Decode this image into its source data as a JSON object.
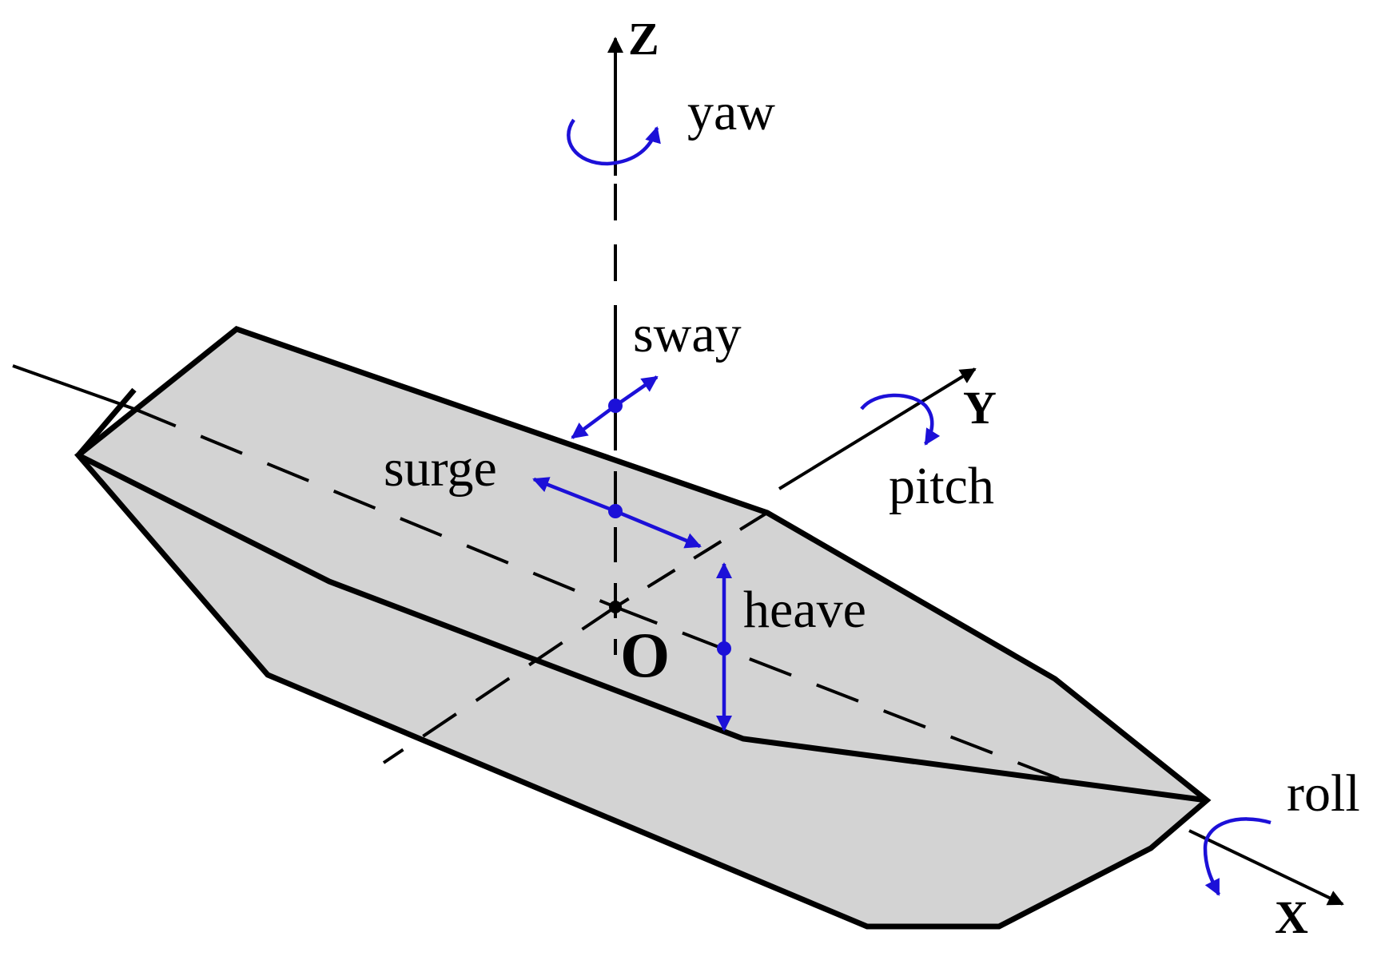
{
  "axes": {
    "z": "Z",
    "y": "Y",
    "x": "X",
    "origin": "O"
  },
  "motions": {
    "yaw": "yaw",
    "sway": "sway",
    "surge": "surge",
    "pitch": "pitch",
    "heave": "heave",
    "roll": "roll"
  },
  "colors": {
    "motion_arrows": "#1c10d8",
    "hull_fill": "#d3d3d3",
    "lines": "#000000"
  }
}
